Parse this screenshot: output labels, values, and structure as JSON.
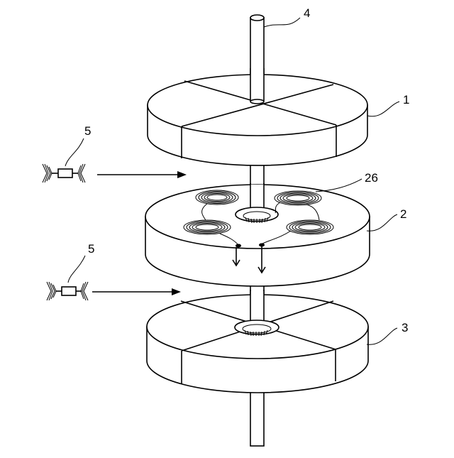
{
  "labels": {
    "shaft": "4",
    "upper_disk": "1",
    "middle_disk": "2",
    "lower_disk": "3",
    "coil": "26",
    "sensor_upper": "5",
    "sensor_lower": "5"
  }
}
